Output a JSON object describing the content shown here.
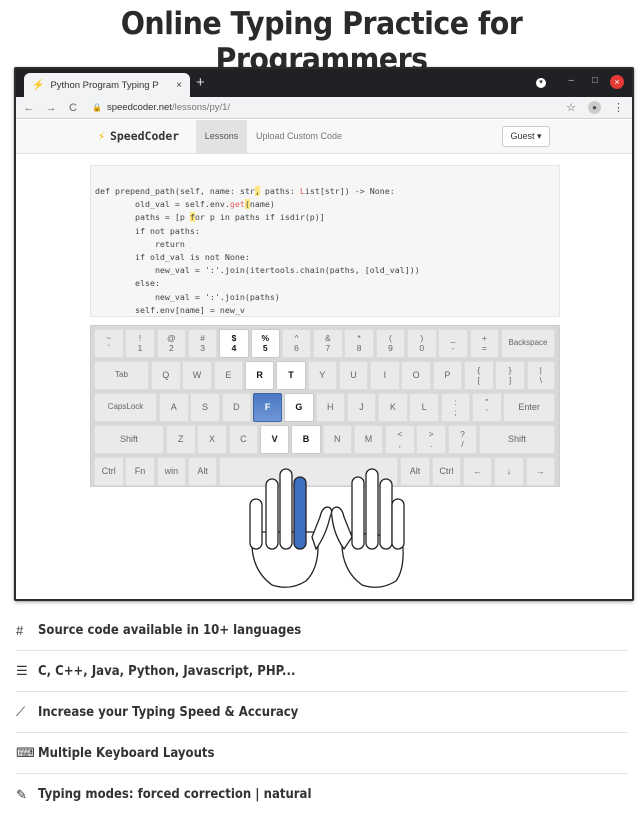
{
  "headline": "Online Typing Practice for Programmers",
  "browser": {
    "tab_title": "Python Program Typing P",
    "tab_close": "×",
    "new_tab": "+",
    "url_host": "speedcoder.net",
    "url_path": "/lessons/py/1/",
    "back": "←",
    "forward": "→",
    "reload": "C",
    "star": "☆",
    "menu": "⋮",
    "win_min": "–",
    "win_max": "□",
    "win_close": "×"
  },
  "site": {
    "brand": "SpeedCoder",
    "nav_lessons": "Lessons",
    "nav_upload": "Upload Custom Code",
    "guest_label": "Guest ▾"
  },
  "code_lines": [
    {
      "pre": "def prepend_path(self, name: str",
      "hl": ",",
      "post": " paths: ",
      "err": "L",
      "tail": "ist[str]) -> None:"
    },
    {
      "pre": "        old_val = self.env.",
      "err": "get",
      "hl": "(",
      "tail": "name)"
    },
    {
      "pre": "        paths = [p ",
      "hl": "f",
      "tail": "or p in paths if isdir(p)]"
    },
    {
      "pre": "        if not paths:"
    },
    {
      "pre": "            return"
    },
    {
      "pre": "        if old_val is not None:"
    },
    {
      "pre": "            new_val = ':'.join(itertools.chain(paths, [old_val]))"
    },
    {
      "pre": "        else:"
    },
    {
      "pre": "            new_val = ':'.join(paths)"
    },
    {
      "pre": "        self.env[name] = new_v"
    }
  ],
  "keyboard": {
    "row1": [
      {
        "top": "~",
        "bot": "`"
      },
      {
        "top": "!",
        "bot": "1"
      },
      {
        "top": "@",
        "bot": "2"
      },
      {
        "top": "#",
        "bot": "3"
      },
      {
        "top": "$",
        "bot": "4"
      },
      {
        "top": "%",
        "bot": "5"
      },
      {
        "top": "^",
        "bot": "6"
      },
      {
        "top": "&",
        "bot": "7"
      },
      {
        "top": "*",
        "bot": "8"
      },
      {
        "top": "(",
        "bot": "9"
      },
      {
        "top": ")",
        "bot": "0"
      },
      {
        "top": "_",
        "bot": "-"
      },
      {
        "top": "+",
        "bot": "="
      }
    ],
    "backspace": "Backspace",
    "tab": "Tab",
    "row2": [
      "Q",
      "W",
      "E",
      "R",
      "T",
      "Y",
      "U",
      "I",
      "O",
      "P"
    ],
    "row2_brackets": [
      {
        "top": "{",
        "bot": "["
      },
      {
        "top": "}",
        "bot": "]"
      },
      {
        "top": "|",
        "bot": "\\"
      }
    ],
    "capslock": "CapsLock",
    "row3": [
      "A",
      "S",
      "D",
      "F",
      "G",
      "H",
      "J",
      "K",
      "L"
    ],
    "row3_punct": [
      {
        "top": ":",
        "bot": ";"
      },
      {
        "top": "\"",
        "bot": "'"
      }
    ],
    "enter": "Enter",
    "shift_left": "Shift",
    "row4": [
      "Z",
      "X",
      "C",
      "V",
      "B",
      "N",
      "M"
    ],
    "row4_punct": [
      {
        "top": "<",
        "bot": ","
      },
      {
        "top": ">",
        "bot": "."
      },
      {
        "top": "?",
        "bot": "/"
      }
    ],
    "shift_right": "Shift",
    "row5_left": [
      "Ctrl",
      "Fn",
      "win",
      "Alt"
    ],
    "row5_right": [
      "Alt",
      "Ctrl",
      "←",
      "↓",
      "→"
    ]
  },
  "features": [
    {
      "icon": "#",
      "text": "Source code available in 10+ languages"
    },
    {
      "icon": "☰",
      "text": "C, C++, Java, Python, Javascript, PHP..."
    },
    {
      "icon": "⟋",
      "text": "Increase your Typing Speed & Accuracy"
    },
    {
      "icon": "⌨",
      "text": "Multiple Keyboard Layouts"
    },
    {
      "icon": "✎",
      "text": "Typing modes: forced correction | natural"
    }
  ],
  "colors": {
    "active_key": "#4a78c2",
    "finger_highlight": "#3f6fc1",
    "brand_bolt": "#f4b400",
    "close_button": "#e53935"
  }
}
